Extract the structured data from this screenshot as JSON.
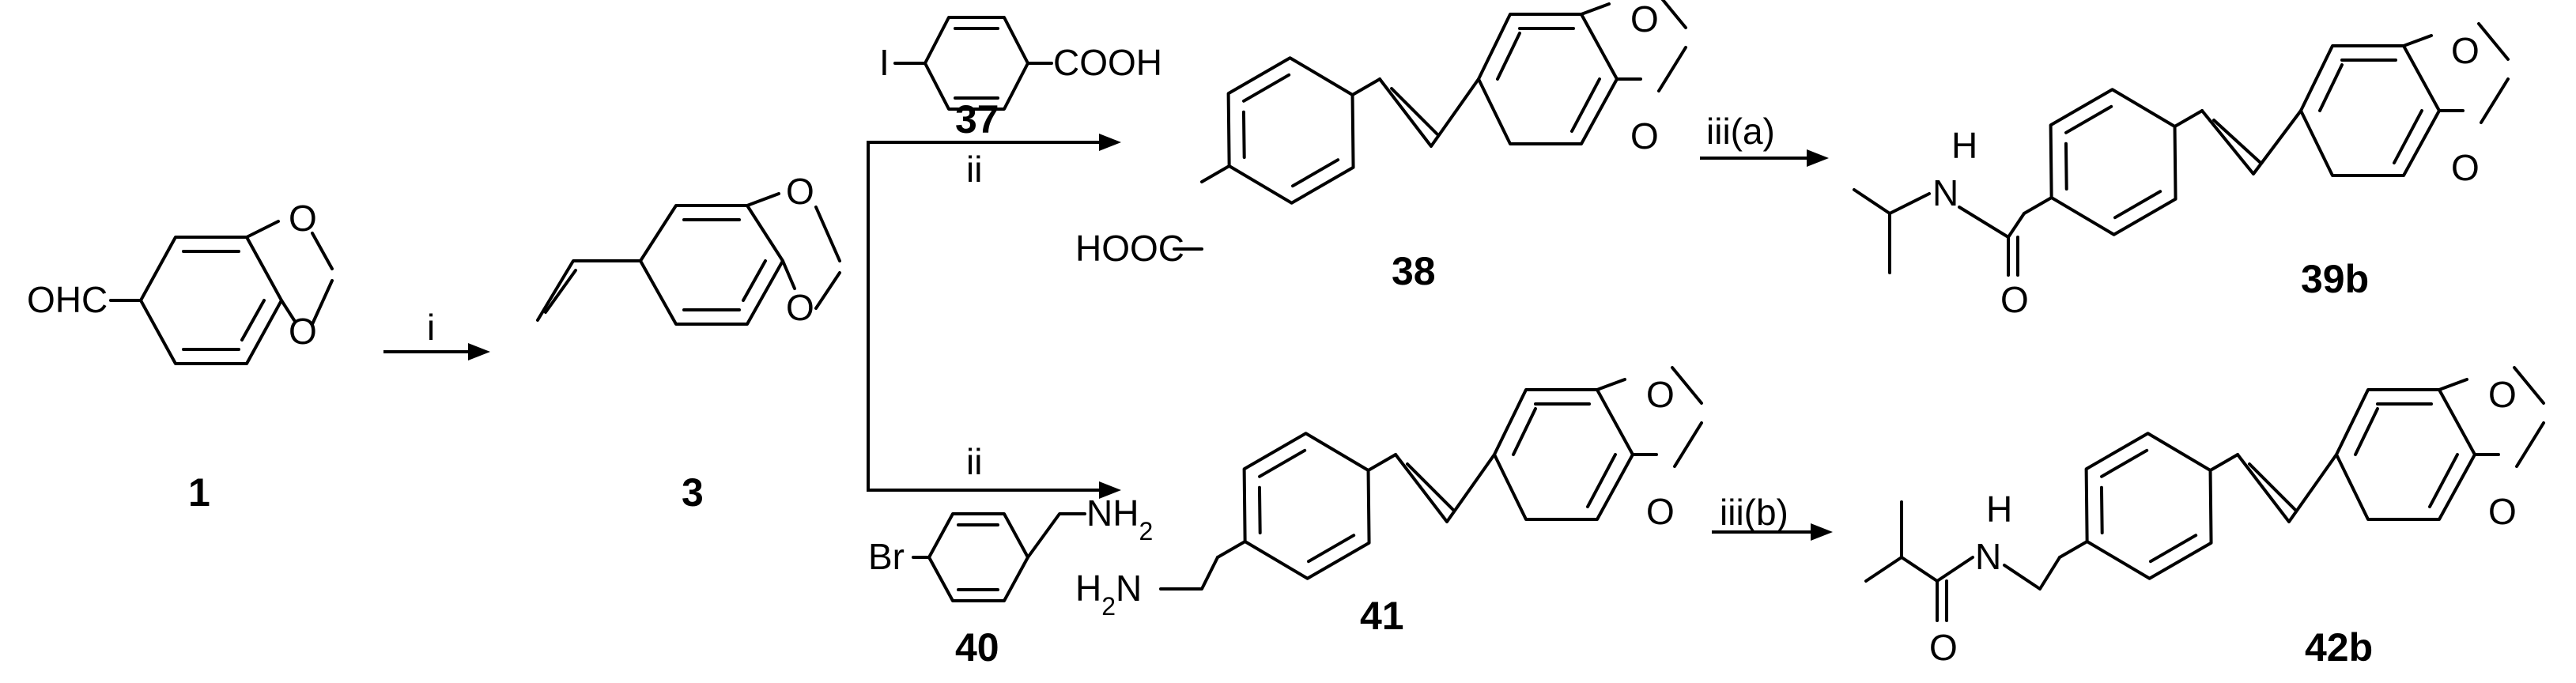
{
  "compounds": {
    "c1": {
      "label": "1",
      "substituent": "OHC"
    },
    "c3": {
      "label": "3"
    },
    "c37": {
      "label": "37",
      "group": "COOH",
      "halogen": "I"
    },
    "c38": {
      "label": "38",
      "group": "HOOC"
    },
    "c39b": {
      "label": "39b",
      "nh": "H",
      "n": "N",
      "o": "O"
    },
    "c40": {
      "label": "40",
      "halogen": "Br",
      "amine": "NH2"
    },
    "c41": {
      "label": "41",
      "amine": "H2N"
    },
    "c42b": {
      "label": "42b",
      "nh": "H",
      "n": "N",
      "o": "O"
    }
  },
  "reagents": {
    "step_i": "i",
    "step_ii_top": "ii",
    "step_ii_bottom": "ii",
    "step_iii_a": "iii(a)",
    "step_iii_b": "iii(b)"
  },
  "atoms": {
    "oxygen": "O"
  }
}
